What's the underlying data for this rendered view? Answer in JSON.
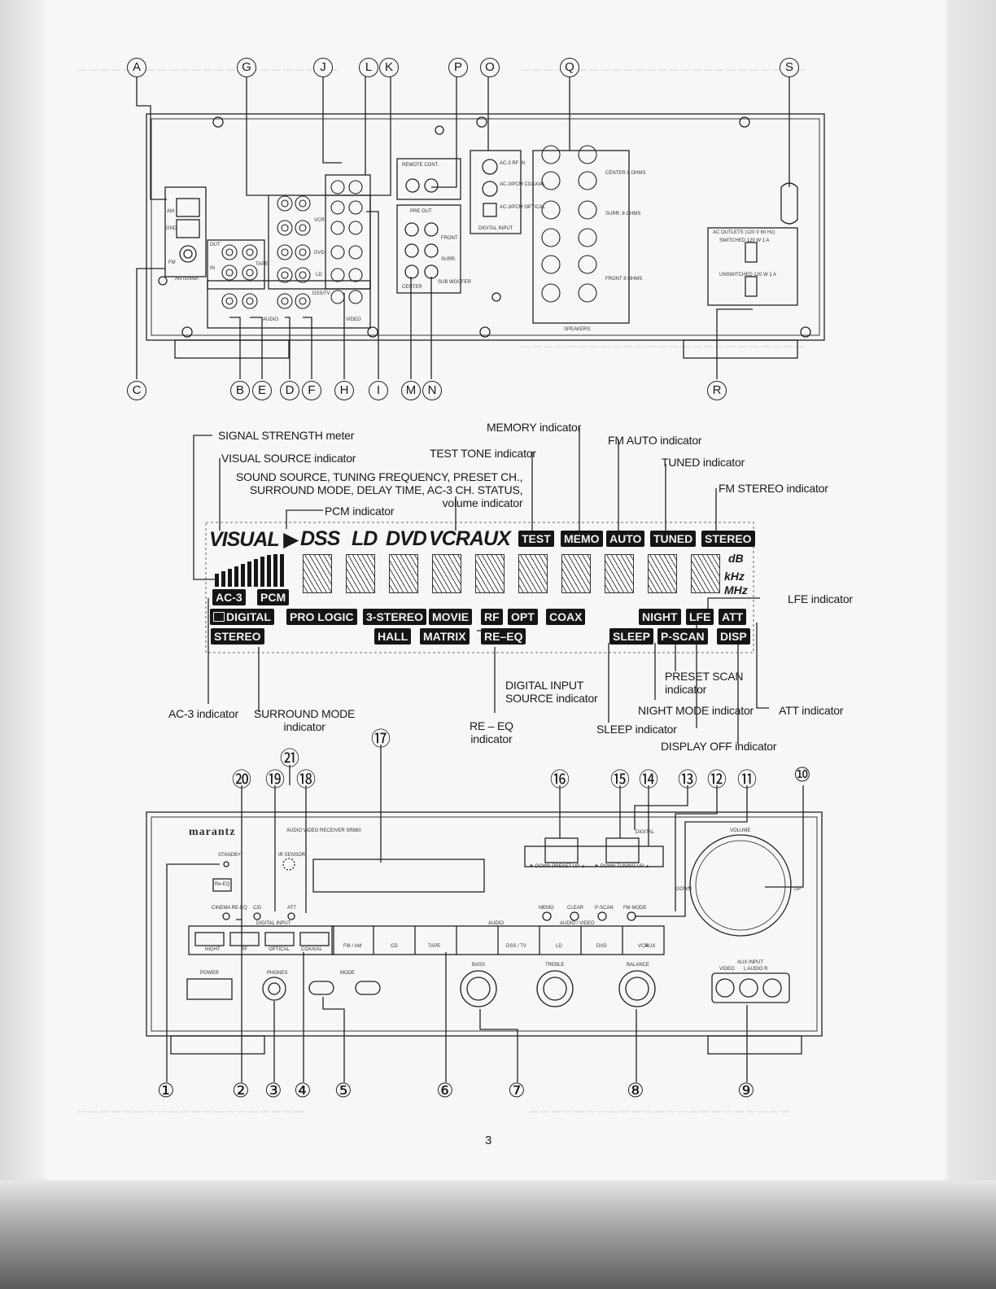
{
  "page_number": "3",
  "rear_panel_labels": [
    {
      "id": "A",
      "label": "A"
    },
    {
      "id": "G",
      "label": "G"
    },
    {
      "id": "J",
      "label": "J"
    },
    {
      "id": "L",
      "label": "L"
    },
    {
      "id": "K",
      "label": "K"
    },
    {
      "id": "P",
      "label": "P"
    },
    {
      "id": "O",
      "label": "O"
    },
    {
      "id": "Q",
      "label": "Q"
    },
    {
      "id": "S",
      "label": "S"
    },
    {
      "id": "C",
      "label": "C"
    },
    {
      "id": "B",
      "label": "B"
    },
    {
      "id": "E",
      "label": "E"
    },
    {
      "id": "D",
      "label": "D"
    },
    {
      "id": "F",
      "label": "F"
    },
    {
      "id": "H",
      "label": "H"
    },
    {
      "id": "I",
      "label": "I"
    },
    {
      "id": "M",
      "label": "M"
    },
    {
      "id": "N",
      "label": "N"
    },
    {
      "id": "R",
      "label": "R"
    }
  ],
  "rear_panel_text": {
    "am": "AM",
    "gnd": "GND",
    "fm": "FM",
    "antenna": "ANTENNA",
    "out": "OUT",
    "in": "IN",
    "tape": "TAPE",
    "vcr": "VCR",
    "dvd": "DVD",
    "ld": "LD",
    "dss_tv": "DSS/TV",
    "audio": "AUDIO",
    "video": "VIDEO",
    "remote_cont": "REMOTE CONT.",
    "pre_out": "PRE OUT",
    "front": "FRONT",
    "surr": "SURR.",
    "center": "CENTER",
    "sub_woofer": "SUB WOOFER",
    "ac3_rf_in": "AC-3 RF IN",
    "ac3_pcm_coaxial": "AC-3/PCM COAXIAL",
    "ac3_pcm_optical": "AC-3/PCM OPTICAL",
    "digital_input": "DIGITAL INPUT",
    "speakers": "SPEAKERS",
    "center_8ohms": "CENTER 8 OHMS",
    "surr_8ohms": "SURR. 8 OHMS",
    "front_8ohms": "FRONT 8 OHMS",
    "ac_outlets": "AC OUTLETS (120 V 60 Hz)",
    "switched": "SWITCHED 120 W 1 A",
    "unswitched": "UNSWITCHED 120 W 1 A"
  },
  "display_callouts": {
    "signal_strength": "SIGNAL STRENGTH meter",
    "visual_source": "VISUAL SOURCE indicator",
    "sound_source": "SOUND SOURCE, TUNING FREQUENCY, PRESET CH.,\nSURROUND MODE, DELAY TIME, AC-3 CH. STATUS,\nvolume indicator",
    "pcm": "PCM indicator",
    "memory": "MEMORY indicator",
    "test_tone": "TEST TONE indicator",
    "fm_auto": "FM AUTO indicator",
    "tuned": "TUNED indicator",
    "fm_stereo": "FM STEREO indicator",
    "lfe": "LFE indicator",
    "ac3": "AC-3 indicator",
    "surround_mode": "SURROUND MODE\nindicator",
    "digital_input_source": "DIGITAL INPUT\nSOURCE indicator",
    "re_eq": "RE – EQ\nindicator",
    "sleep": "SLEEP indicator",
    "preset_scan": "PRESET SCAN\nindicator",
    "night_mode": "NIGHT MODE indicator",
    "att": "ATT indicator",
    "display_off": "DISPLAY OFF indicator"
  },
  "display": {
    "visual": "VISUAL ▶",
    "dss": "DSS",
    "ld": "LD",
    "dvd": "DVD",
    "vcr": "VCR",
    "aux": "AUX",
    "test": "TEST",
    "memo": "MEMO",
    "auto": "AUTO",
    "tuned": "TUNED",
    "stereo_fm": "STEREO",
    "db": "dB",
    "khz": "kHz",
    "mhz": "MHz",
    "ac3": "AC-3",
    "pcm": "PCM",
    "dolby_digital": "DIGITAL",
    "pro_logic": "PRO LOGIC",
    "three_stereo": "3-STEREO",
    "movie": "MOVIE",
    "stereo": "STEREO",
    "hall": "HALL",
    "matrix": "MATRIX",
    "rf": "RF",
    "opt": "OPT",
    "coax": "COAX",
    "re_eq": "RE–EQ",
    "night": "NIGHT",
    "lfe": "LFE",
    "att": "ATT",
    "sleep": "SLEEP",
    "p_scan": "P-SCAN",
    "disp": "DISP"
  },
  "front_panel_numbers": [
    {
      "n": "①"
    },
    {
      "n": "②"
    },
    {
      "n": "③"
    },
    {
      "n": "④"
    },
    {
      "n": "⑤"
    },
    {
      "n": "⑥"
    },
    {
      "n": "⑦"
    },
    {
      "n": "⑧"
    },
    {
      "n": "⑨"
    },
    {
      "n": "⑩"
    },
    {
      "n": "⑪"
    },
    {
      "n": "⑫"
    },
    {
      "n": "⑬"
    },
    {
      "n": "⑭"
    },
    {
      "n": "⑮"
    },
    {
      "n": "⑯"
    },
    {
      "n": "⑰"
    },
    {
      "n": "⑱"
    },
    {
      "n": "⑲"
    },
    {
      "n": "⑳"
    },
    {
      "n": "㉑"
    }
  ],
  "front_panel_text": {
    "brand": "marantz",
    "model": "AUDIO VIDEO RECEIVER SR880",
    "standby": "STANDBY",
    "ir_sensor": "IR SENSOR",
    "re_eq_btn": "Re-EQ",
    "cinema_re_eq": "CINEMA RE-EQ",
    "c_d": "C/D",
    "att": "ATT",
    "digital_input": "DIGITAL INPUT",
    "audio": "AUDIO",
    "night": "NIGHT",
    "rf": "RF",
    "optical": "OPTICAL",
    "coaxial": "COAXIAL",
    "fm_am": "FM / AM",
    "cd": "CD",
    "tape": "TAPE",
    "dss_tv": "DSS / TV",
    "ld": "LD",
    "dvd": "DVD",
    "vcr": "VCR",
    "aux": "AUX",
    "power": "POWER",
    "phones": "PHONES",
    "mode": "MODE",
    "bass": "BASS",
    "treble": "TREBLE",
    "balance": "BALANCE",
    "aux_input": "AUX INPUT",
    "video": "VIDEO",
    "l_audio_r": "L   AUDIO   R",
    "down_preset_up": "▼ DOWN  PRESET  UP ▲",
    "down_tuning_up": "▼ DOWN  TUNING  UP ▲",
    "memo": "MEMO",
    "clear": "CLEAR",
    "p_scan": "P-SCAN",
    "fm_mode": "FM MODE",
    "audio_video": "AUDIO / VIDEO",
    "volume": "VOLUME",
    "down": "DOWN",
    "up": "UP",
    "digital": "DIGITAL"
  }
}
